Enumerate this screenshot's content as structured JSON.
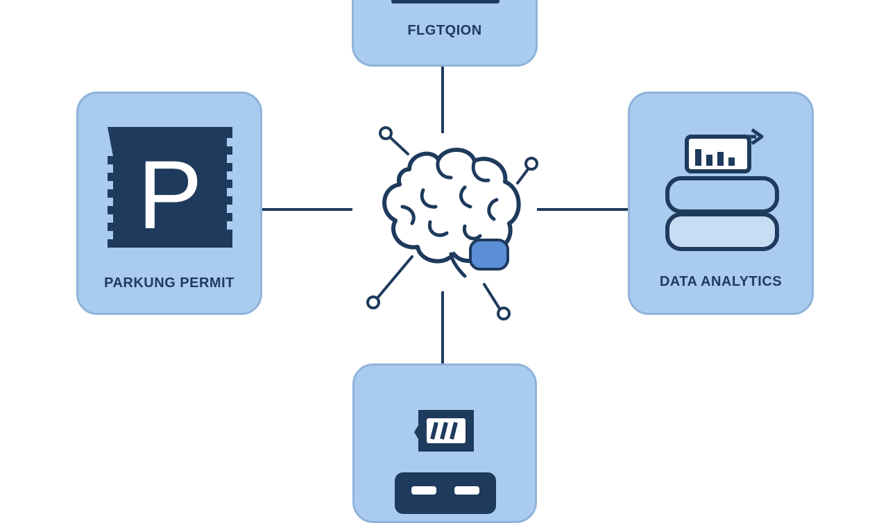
{
  "nodes": {
    "top": {
      "label": "FLGTQION"
    },
    "left": {
      "label": "PARKUNG PERMIT",
      "icon_letter": "P"
    },
    "right": {
      "label": "DATA ANALYTICS"
    },
    "bottom": {
      "label": ""
    }
  },
  "center": {
    "icon": "brain-icon"
  },
  "colors": {
    "card_fill": "#a9cbee",
    "card_border": "#8fb3da",
    "line": "#1e3a5c",
    "accent": "#5b8fd6"
  }
}
